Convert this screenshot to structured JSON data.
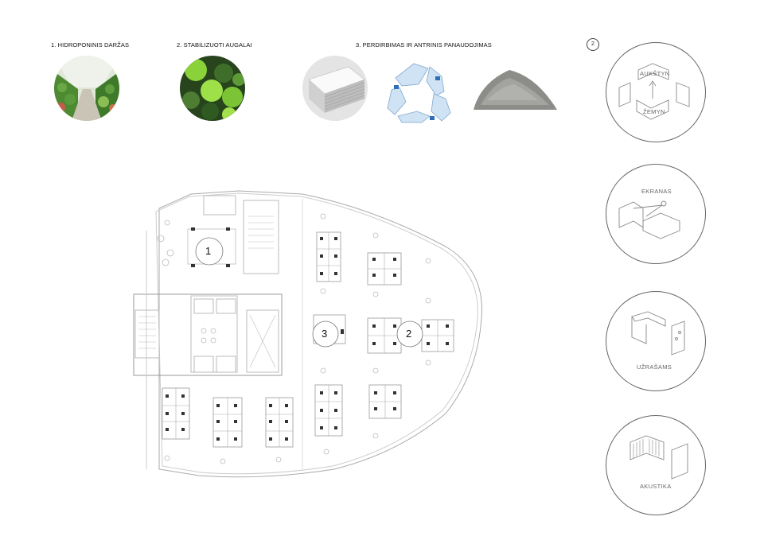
{
  "headings": {
    "h1": "1. HIDROPONINIS DARŽAS",
    "h2": "2. STABILIZUOTI AUGALAI",
    "h3": "3. PERDIRBIMAS IR ANTRINIS PANAUDOJIMAS"
  },
  "page_number": "2",
  "plan_markers": {
    "m1": "1",
    "m2": "2",
    "m3": "3"
  },
  "side": {
    "c1_top": "AUKŠTYN",
    "c1_bottom": "ŽEMYN",
    "c2": "EKRANAS",
    "c3": "UŽRAŠAMS",
    "c4": "AKUSTIKA"
  }
}
